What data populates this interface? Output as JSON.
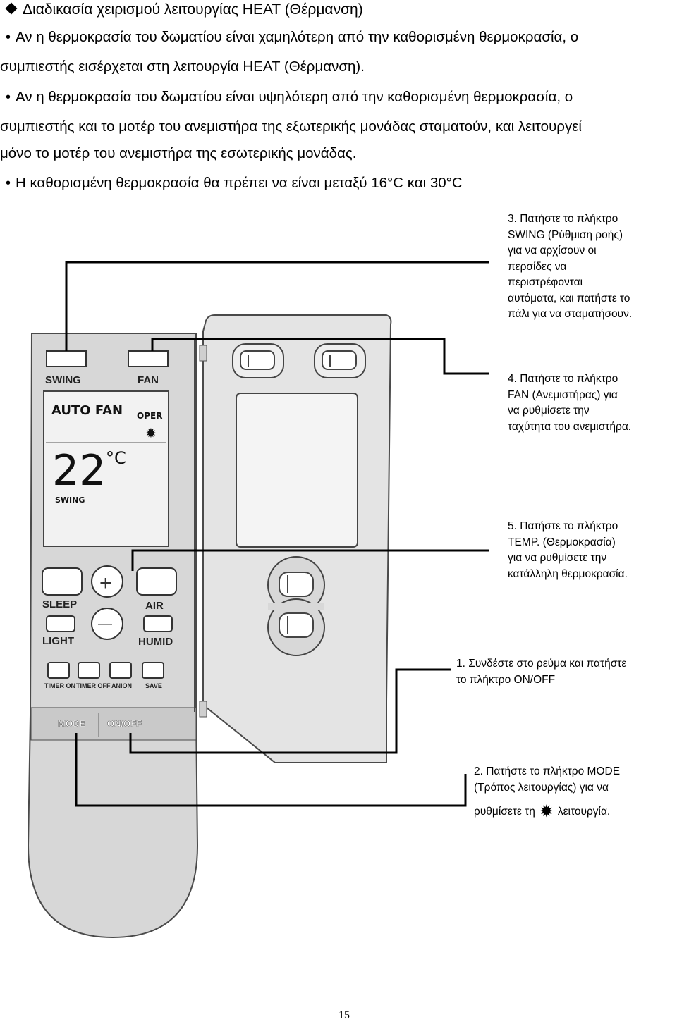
{
  "heading": "Διαδικασία χειρισμού λειτουργίας HEAT (Θέρμανση)",
  "bullets": [
    {
      "line1": "Αν η θερμοκρασία του δωματίου είναι χαμηλότερη από την καθορισμένη θερμοκρασία, ο",
      "line2": "συμπιεστής εισέρχεται στη λειτουργία HEAT (Θέρμανση)."
    },
    {
      "line1": "Αν η θερμοκρασία του δωματίου είναι υψηλότερη από την καθορισμένη θερμοκρασία, ο",
      "line2": "συμπιεστής και το μοτέρ του ανεμιστήρα της εξωτερικής μονάδας σταματούν, και λειτουργεί",
      "line3": "μόνο το μοτέρ του ανεμιστήρα της εσωτερικής μονάδας."
    },
    {
      "line1": "Η καθορισμένη θερμοκρασία θα πρέπει να είναι μεταξύ 16°C και 30°C"
    }
  ],
  "remote": {
    "swing_label": "SWING",
    "fan_label": "FAN",
    "lcd_mode": "AUTO FAN",
    "lcd_oper": "OPER",
    "lcd_temp": "22",
    "lcd_unit": "°C",
    "lcd_swing": "SWING",
    "plus_symbol": "+",
    "minus_symbol": "—",
    "sleep_label": "SLEEP",
    "air_label": "AIR",
    "light_label": "LIGHT",
    "humid_label": "HUMID",
    "timer_on_label": "TIMER ON",
    "timer_off_label": "TIMER OFF",
    "anion_label": "ANION",
    "save_label": "SAVE",
    "mode_label": "MODE",
    "onoff_label": "ON/OFF"
  },
  "callouts": {
    "c3": [
      "3. Πατήστε το πλήκτρο",
      "SWING (Ρύθμιση ροής)",
      "για να αρχίσουν οι",
      "περσίδες να",
      "περιστρέφονται",
      "αυτόματα, και πατήστε το",
      "πάλι για να σταματήσουν."
    ],
    "c4": [
      "4. Πατήστε το πλήκτρο",
      "FAN (Ανεμιστήρας) για",
      "να ρυθμίσετε την",
      "ταχύτητα του ανεμιστήρα."
    ],
    "c5": [
      "5. Πατήστε το πλήκτρο",
      "TEMP. (Θερμοκρασία)",
      "για να ρυθμίσετε την",
      "κατάλληλη θερμοκρασία."
    ],
    "c1": [
      "1. Συνδέστε στο ρεύμα και πατήστε",
      "το πλήκτρο ON/OFF"
    ],
    "c2": [
      "2. Πατήστε το πλήκτρο MODE",
      "(Τρόπος λειτουργίας) για να"
    ],
    "c2_before_icon": "ρυθμίσετε τη",
    "c2_after_icon": "λειτουργία."
  },
  "page_number": "15",
  "colors": {
    "remote_body": "#d7d7d7",
    "remote_border": "#4a4a4a",
    "panel": "#e4e4e4",
    "lcd": "#f2f2f2"
  }
}
